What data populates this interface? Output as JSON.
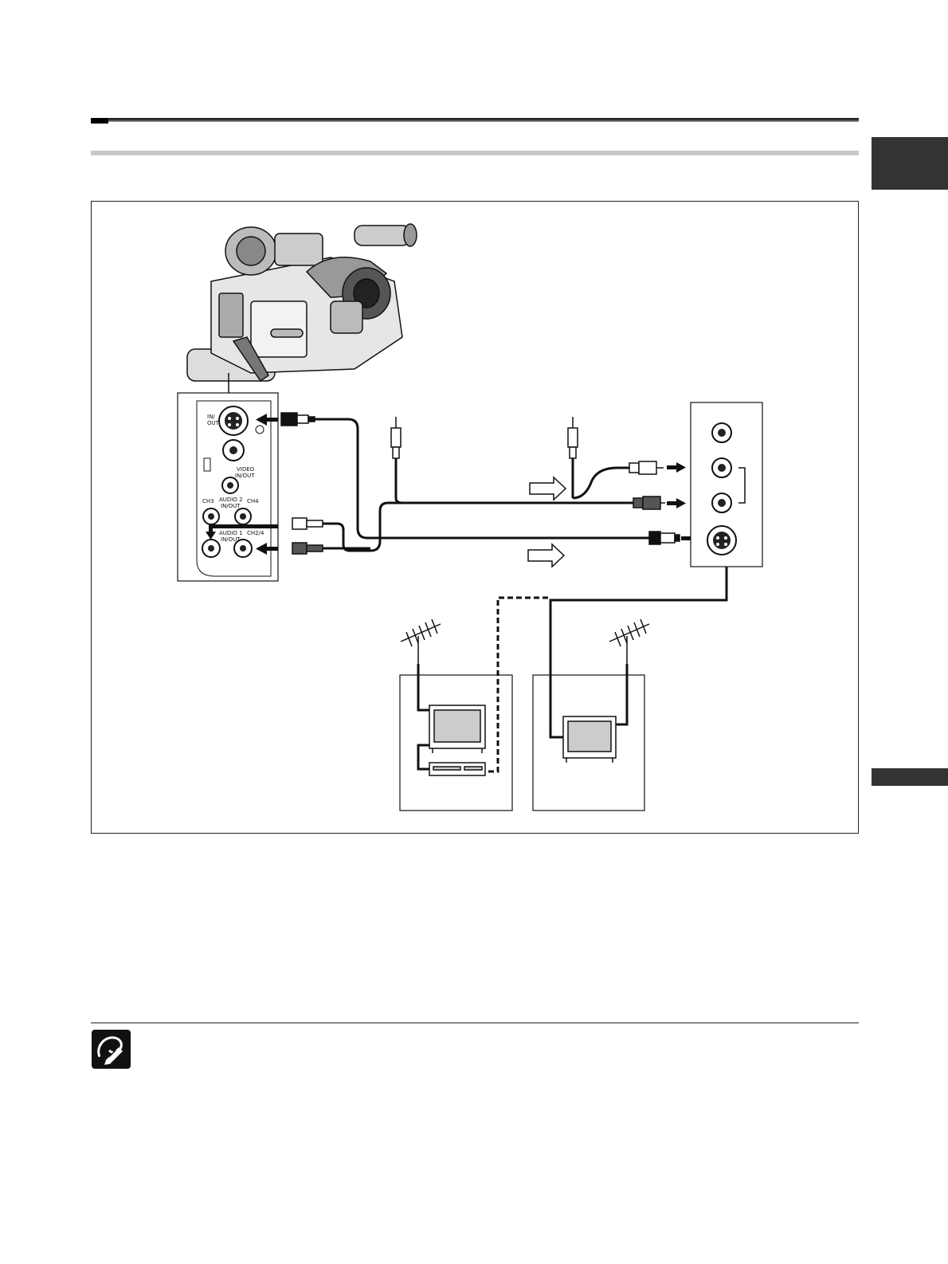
{
  "panel_labels": {
    "s_video_jack": "IN/\nOUT",
    "video_jack": "VIDEO\nIN/OUT",
    "audio2": "AUDIO 2\nIN/OUT",
    "audio1": "AUDIO 1\nIN/OUT",
    "ch3": "CH3",
    "ch4": "CH4",
    "ch24": "CH2/4"
  },
  "icons": {
    "camera": "camcorder-illustration",
    "note": "note-pencil-icon",
    "antenna": "antenna-icon",
    "tv": "television-icon",
    "vcr": "vcr-icon",
    "arrow": "signal-flow-arrow-icon"
  },
  "colors": {
    "ink": "#111111",
    "tab": "#333333",
    "rule_sub": "#c8c8c8"
  }
}
